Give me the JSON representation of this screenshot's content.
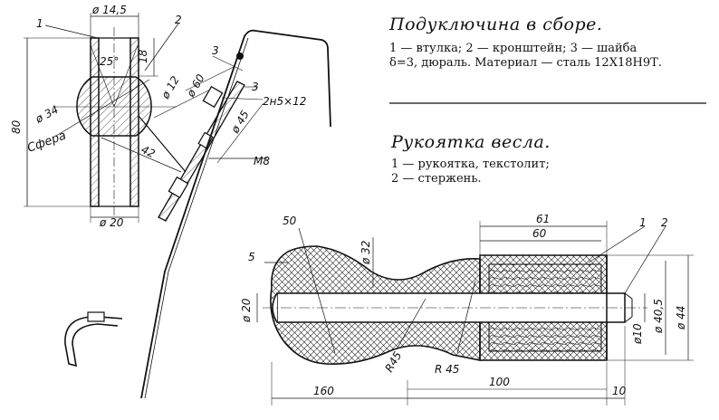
{
  "assembly": {
    "title": "Подуключина в сборе.",
    "legend_line1": "1 — втулка;   2 — кронштейн;   3 — шайба",
    "legend_line2": "δ=3, дюраль. Материал — сталь 12Х18Н9Т."
  },
  "handle": {
    "title": "Рукоятка весла.",
    "legend_line1": "1 — рукоятка,   текстолит;",
    "legend_line2": "2 — стержень."
  },
  "left_drawing": {
    "part1": "1",
    "part2": "2",
    "part3a": "3",
    "part3b": "3",
    "dia_top": "ø 14,5",
    "angle": "25°",
    "dim_18": "18",
    "dia_12": "ø 12",
    "dia_60": "ø 60",
    "dia_45": "ø 45",
    "pin": "2н5×12",
    "dim_80": "80",
    "dia_34": "ø 34",
    "sphere": "Сфера",
    "dim_42": "42",
    "thread": "М8",
    "dia_20": "ø 20"
  },
  "right_drawing": {
    "part1": "1",
    "part2": "2",
    "dim_61": "61",
    "dim_60": "60",
    "dim_50": "50",
    "dia_32": "ø 32",
    "dim_5": "5",
    "dia_20": "ø 20",
    "dia_10": "ø10",
    "dia_40_5": "ø 40,5",
    "dia_44": "ø 44",
    "r45a": "R45",
    "r45b": "R 45",
    "dim_160": "160",
    "dim_100": "100",
    "dim_10": "10"
  }
}
